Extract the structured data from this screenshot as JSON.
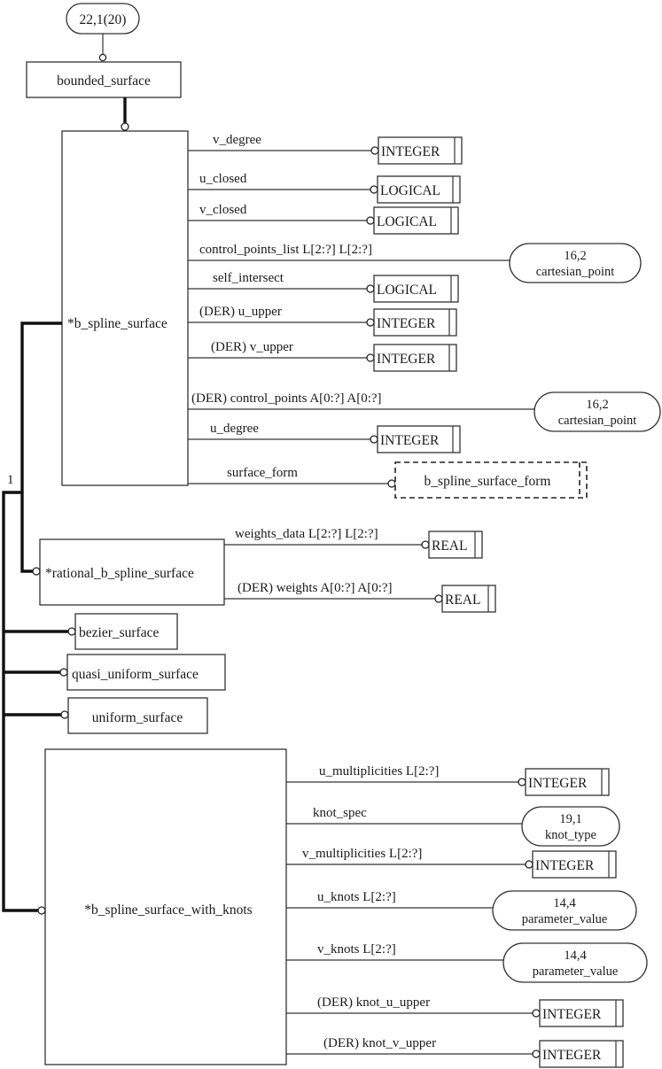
{
  "page_ref": "22,1(20)",
  "supertype": "bounded_surface",
  "cardinality_label": "1",
  "entities": {
    "b_spline_surface": "*b_spline_surface",
    "rational_b_spline_surface": "*rational_b_spline_surface",
    "bezier_surface": "bezier_surface",
    "quasi_uniform_surface": "quasi_uniform_surface",
    "uniform_surface": "uniform_surface",
    "b_spline_surface_with_knots": "*b_spline_surface_with_knots"
  },
  "b_spline_surface_attributes": [
    {
      "label": "v_degree",
      "target": "INTEGER",
      "target_kind": "simple"
    },
    {
      "label": "u_closed",
      "target": "LOGICAL",
      "target_kind": "simple"
    },
    {
      "label": "v_closed",
      "target": "LOGICAL",
      "target_kind": "simple"
    },
    {
      "label": "control_points_list  L[2:?] L[2:?]",
      "target": "cartesian_point",
      "target_ref": "16,2",
      "target_kind": "page_ref"
    },
    {
      "label": "self_intersect",
      "target": "LOGICAL",
      "target_kind": "simple"
    },
    {
      "label": "(DER) u_upper",
      "target": "INTEGER",
      "target_kind": "simple"
    },
    {
      "label": "(DER) v_upper",
      "target": "INTEGER",
      "target_kind": "simple"
    },
    {
      "label": "(DER) control_points  A[0:?] A[0:?]",
      "target": "cartesian_point",
      "target_ref": "16,2",
      "target_kind": "page_ref"
    },
    {
      "label": "u_degree",
      "target": "INTEGER",
      "target_kind": "simple"
    },
    {
      "label": "surface_form",
      "target": "b_spline_surface_form",
      "target_kind": "defined_type"
    }
  ],
  "rational_b_spline_surface_attributes": [
    {
      "label": "weights_data  L[2:?] L[2:?]",
      "target": "REAL",
      "target_kind": "simple"
    },
    {
      "label": "(DER) weights  A[0:?] A[0:?]",
      "target": "REAL",
      "target_kind": "simple"
    }
  ],
  "b_spline_surface_with_knots_attributes": [
    {
      "label": "u_multiplicities  L[2:?]",
      "target": "INTEGER",
      "target_kind": "simple"
    },
    {
      "label": "knot_spec",
      "target": "knot_type",
      "target_ref": "19,1",
      "target_kind": "page_ref"
    },
    {
      "label": "v_multiplicities  L[2:?]",
      "target": "INTEGER",
      "target_kind": "simple"
    },
    {
      "label": "u_knots  L[2:?]",
      "target": "parameter_value",
      "target_ref": "14,4",
      "target_kind": "page_ref"
    },
    {
      "label": "v_knots  L[2:?]",
      "target": "parameter_value",
      "target_ref": "14,4",
      "target_kind": "page_ref"
    },
    {
      "label": "(DER) knot_u_upper",
      "target": "INTEGER",
      "target_kind": "simple"
    },
    {
      "label": "(DER) knot_v_upper",
      "target": "INTEGER",
      "target_kind": "simple"
    }
  ]
}
